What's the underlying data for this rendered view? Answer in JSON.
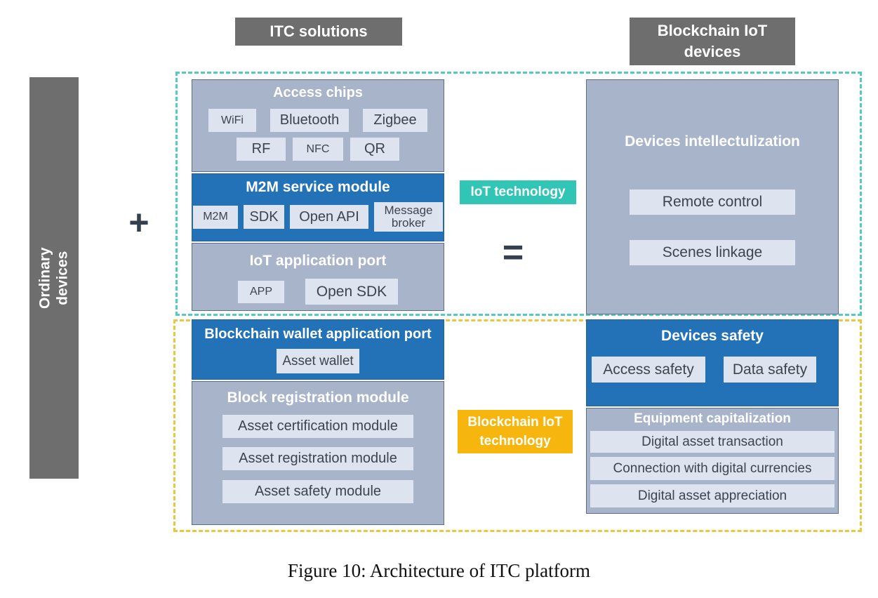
{
  "header": {
    "itc_solutions": "ITC solutions",
    "blockchain_iot_devices": [
      "Blockchain IoT",
      "devices"
    ]
  },
  "left_rail": {
    "ordinary_devices": [
      "Ordinary",
      "devices"
    ]
  },
  "operators": {
    "plus": "+",
    "equals": "="
  },
  "middle": {
    "iot_technology": "IoT technology",
    "blockchain_iot_technology": [
      "Blockchain IoT",
      "technology"
    ]
  },
  "itc_stack": {
    "access_chips": {
      "title": "Access chips",
      "row1": [
        "WiFi",
        "Bluetooth",
        "Zigbee"
      ],
      "row2": [
        "RF",
        "NFC",
        "QR"
      ]
    },
    "m2m_service": {
      "title": "M2M service module",
      "chips": [
        "M2M",
        "SDK",
        "Open API",
        "Message broker"
      ]
    },
    "iot_application_port": {
      "title": "IoT application port",
      "chips": [
        "APP",
        "Open SDK"
      ]
    },
    "blockchain_wallet_port": {
      "title": "Blockchain wallet application port",
      "chips": [
        "Asset wallet"
      ]
    },
    "block_registration": {
      "title": "Block registration module",
      "chips": [
        "Asset certification module",
        "Asset registration module",
        "Asset safety module"
      ]
    }
  },
  "devices_stack": {
    "intellectulization": {
      "title": "Devices intellectulization",
      "chips": [
        "Remote control",
        "Scenes linkage"
      ]
    },
    "devices_safety": {
      "title": "Devices safety",
      "chips": [
        "Access safety",
        "Data safety"
      ]
    },
    "equipment_capitalization": {
      "title": "Equipment capitalization",
      "chips": [
        "Digital asset transaction",
        "Connection with digital currencies",
        "Digital asset appreciation"
      ]
    }
  },
  "caption": "Figure 10: Architecture of ITC platform",
  "colors": {
    "label_gray": "#6e6e6e",
    "section_bluegray": "#a8b4c9",
    "section_blue": "#2372b7",
    "chip_light": "#dde4ef",
    "teal_accent": "#30c5b4",
    "yellow_accent": "#f6b60d",
    "cyan_dash": "#52cbc2",
    "yellow_dash": "#e8c83e",
    "operator_dark": "#35404f"
  }
}
